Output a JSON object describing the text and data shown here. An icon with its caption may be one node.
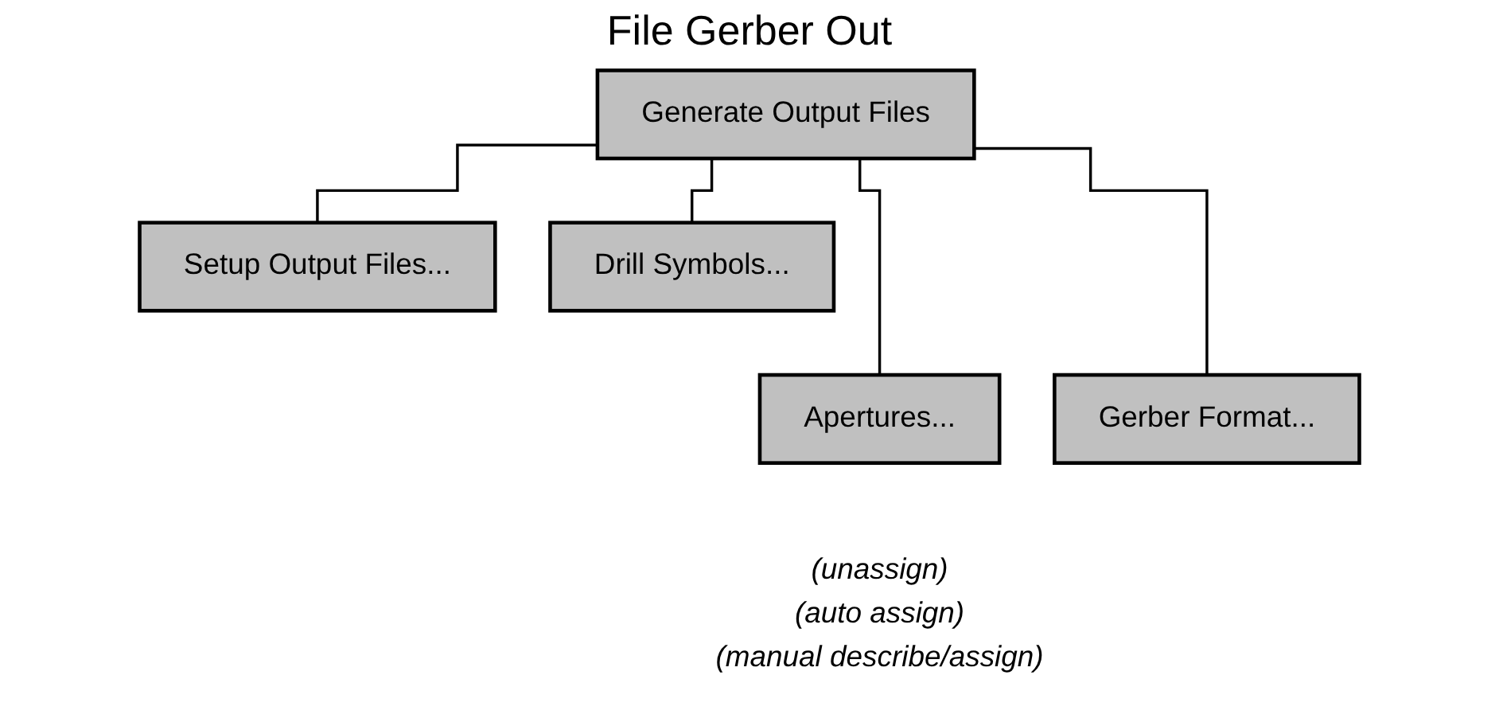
{
  "diagram": {
    "title": "File Gerber Out",
    "nodes": [
      {
        "text": [
          "Generate Output Files"
        ]
      },
      {
        "text": [
          "Setup Output Files..."
        ]
      },
      {
        "text": [
          "Apertures..."
        ],
        "beside": [
          "(unassign)",
          "(auto assign)",
          "(manual describe/assign)"
        ]
      },
      {
        "text": [
          "Gerber Format..."
        ]
      },
      {
        "text": [
          "Drill Symbols..."
        ]
      }
    ],
    "edges": [
      {
        "from": 0,
        "to": 1,
        "arrow": "none"
      },
      {
        "from": 0,
        "to": 2,
        "arrow": "none"
      },
      {
        "from": 0,
        "to": 3,
        "arrow": "none"
      },
      {
        "from": 0,
        "to": 4,
        "arrow": "none"
      }
    ]
  }
}
